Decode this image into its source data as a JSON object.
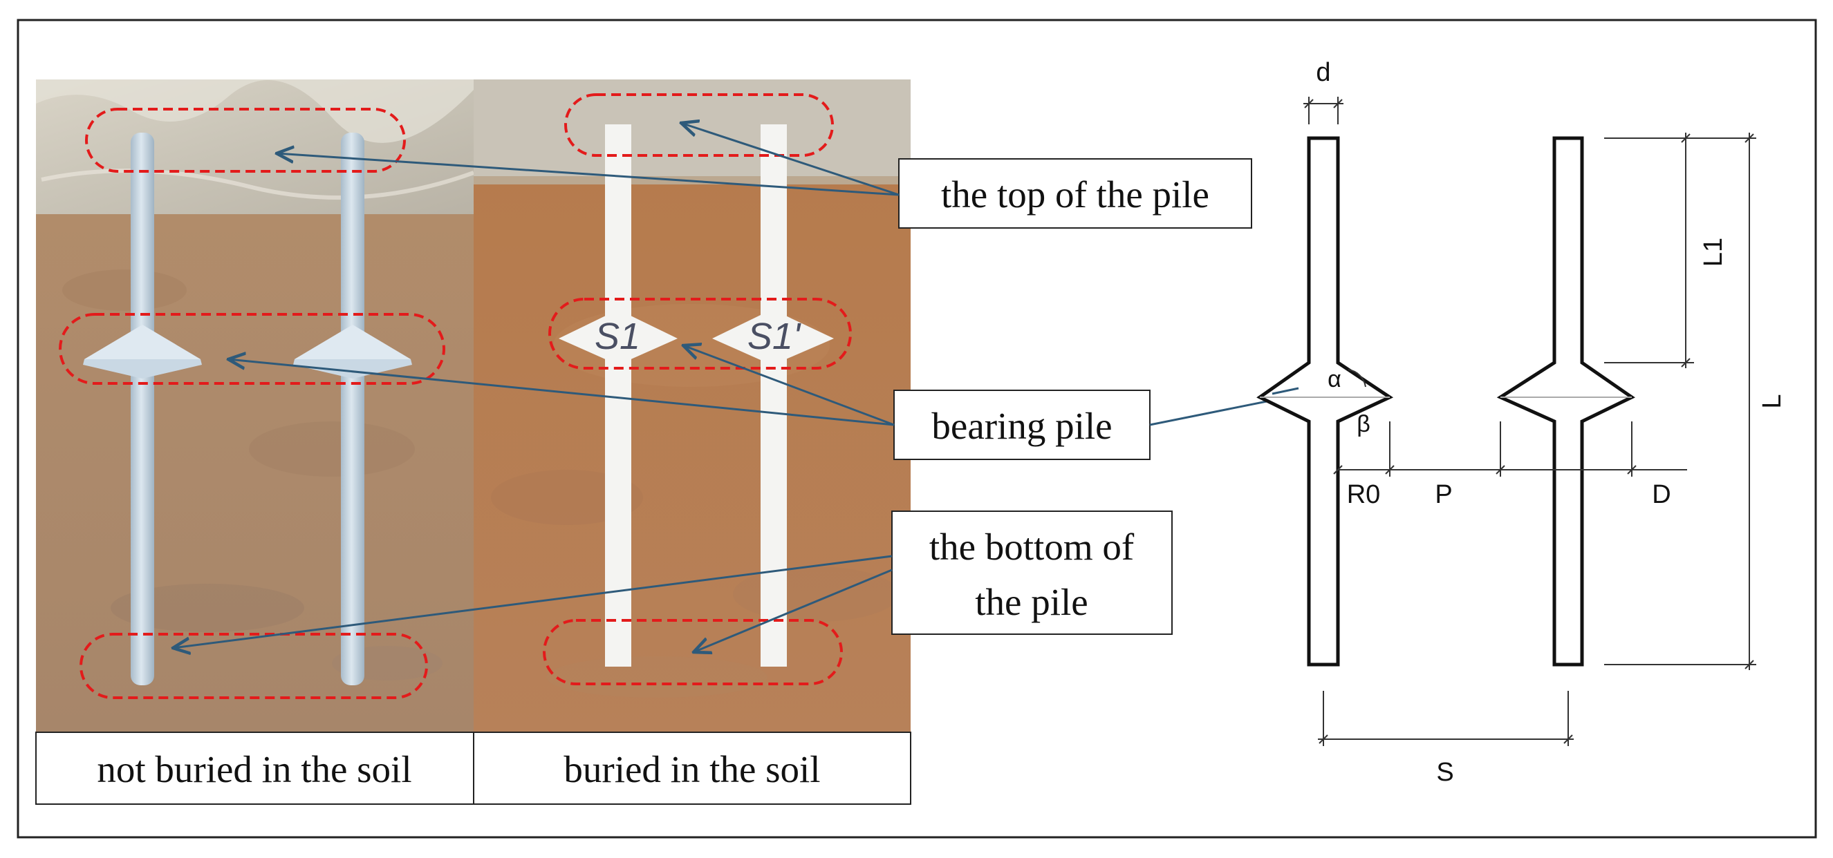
{
  "photo": {
    "labels": [
      "S1",
      "S1'"
    ]
  },
  "captions": {
    "left": "not buried in the soil",
    "right": "buried in the soil"
  },
  "callouts": {
    "top": "the top of the pile",
    "bearing": "bearing pile",
    "bottom_line1": "the bottom of",
    "bottom_line2": "the pile"
  },
  "dimensions": {
    "d": "d",
    "L1": "L1",
    "L": "L",
    "alpha": "α",
    "beta": "β",
    "R0": "R0",
    "P": "P",
    "D": "D",
    "S": "S"
  },
  "colors": {
    "dash_ellipse": "#e31b1b",
    "arrow": "#2e5a7a",
    "soil": "#b07a52",
    "pile_white": "#f4f4f2",
    "pile_blue": "#c7d6e2"
  }
}
